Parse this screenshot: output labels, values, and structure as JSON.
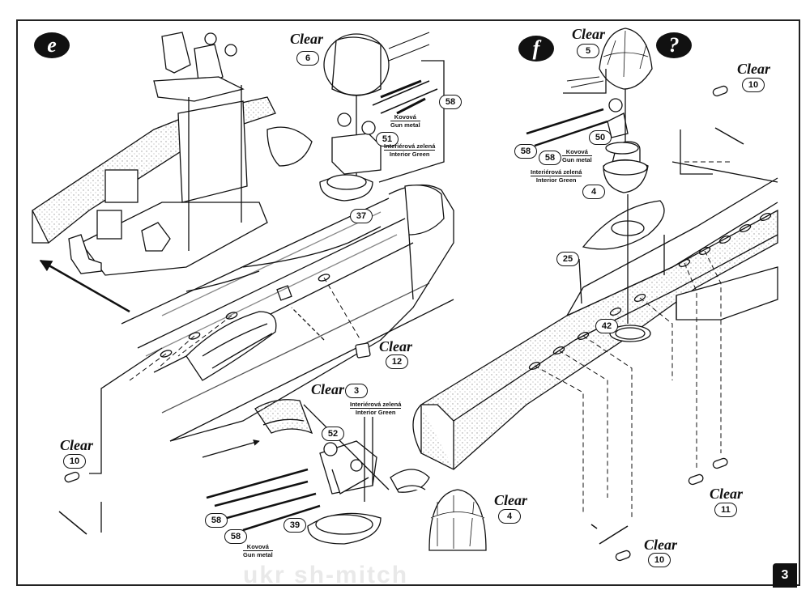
{
  "steps": {
    "e": "e",
    "f": "f",
    "q": "?"
  },
  "clear_word": "Clear",
  "parts": {
    "p3": "3",
    "p4": "4",
    "p5": "5",
    "p6": "6",
    "p10": "10",
    "p11": "11",
    "p12": "12",
    "p25": "25",
    "p37": "37",
    "p39": "39",
    "p42": "42",
    "p50": "50",
    "p51": "51",
    "p52": "52",
    "p58": "58"
  },
  "paint": {
    "interior_cz": "Interiérová zelená",
    "interior_en": "Interior Green",
    "metal_cz": "Kovová",
    "metal_en": "Gun metal"
  },
  "page_number": "3",
  "watermark": "ukr sh-mitch",
  "colors": {
    "ink": "#111111",
    "paper": "#ffffff",
    "stipple": "#c8c8c8"
  }
}
